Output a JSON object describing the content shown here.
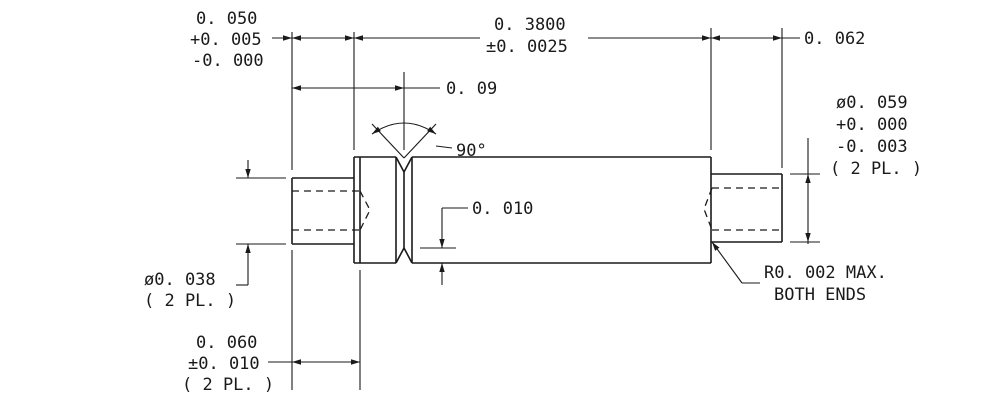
{
  "dims": {
    "shank_length": {
      "l1": "0. 050",
      "l2": "+0. 005",
      "l3": "-0. 000"
    },
    "body_length": {
      "l1": "0. 3800",
      "l2": "±0. 0025"
    },
    "tip_length": "0. 062",
    "groove_position": "0. 09",
    "groove_angle": "90°",
    "pin_diameter": {
      "l1": "ø0. 059",
      "l2": "+0. 000",
      "l3": "-0. 003",
      "l4": "( 2 PL. )"
    },
    "groove_depth": "0. 010",
    "hole_diameter": {
      "l1": "ø0. 038",
      "l2": "( 2 PL. )"
    },
    "hole_depth": {
      "l1": "0. 060",
      "l2": "±0. 010",
      "l3": "( 2 PL. )"
    },
    "radius_note": {
      "l1": "R0. 002 MAX.",
      "l2": "BOTH ENDS"
    }
  }
}
